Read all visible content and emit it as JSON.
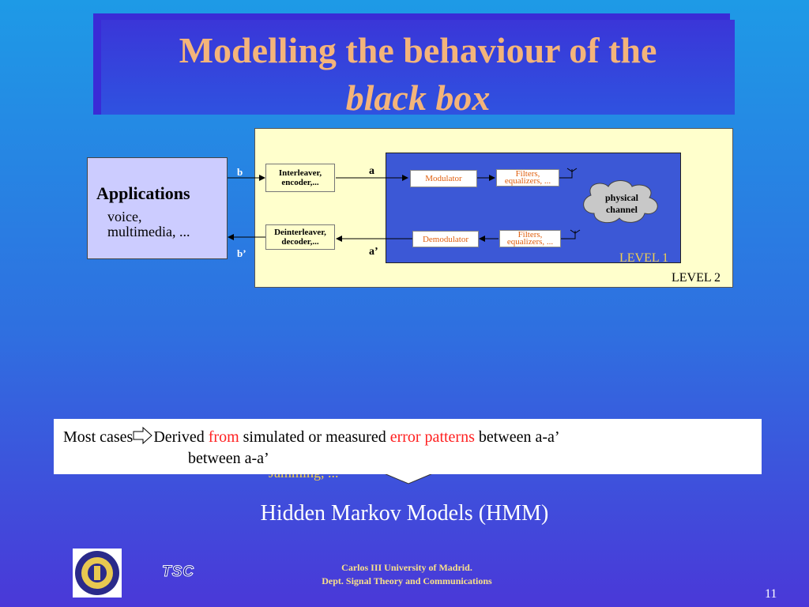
{
  "title": {
    "line1": "Modelling the behaviour of the",
    "line2": "black box"
  },
  "diagram": {
    "applications": {
      "title": "Applications",
      "sub1": "voice,",
      "sub2": "multimedia, ..."
    },
    "interleaver": {
      "line1": "Interleaver,",
      "line2": "encoder,..."
    },
    "deinterleaver": {
      "line1": "Deinterleaver,",
      "line2": "decoder,..."
    },
    "modulator": "Modulator",
    "demodulator": "Demodulator",
    "filters_top": {
      "line1": "Filters,",
      "line2": "equalizers, ..."
    },
    "filters_bottom": {
      "line1": "Filters,",
      "line2": "equalizers, ..."
    },
    "channel": {
      "line1": "physical",
      "line2": "channel"
    },
    "label_b": "b",
    "label_b_prime": "b’",
    "label_a": "a",
    "label_a_prime": "a’",
    "level1": "LEVEL 1",
    "level2": "LEVEL 2"
  },
  "note": {
    "prefix": "Most cases",
    "derived": "Derived ",
    "from": "from",
    "mid": " simulated or measured ",
    "error_patterns": "error patterns",
    "suffix": " between a-a’",
    "line2": "between a-a’",
    "jamming": "Jamming, ..."
  },
  "hmm": "Hidden Markov Models (HMM)",
  "footer": {
    "logo_text": "TSC",
    "university": "Carlos III University of Madrid.",
    "dept": "Dept. Signal Theory and Communications",
    "page": "11"
  },
  "colors": {
    "title": "#f4b47a",
    "highlight": "#ff2020",
    "level_panel": "#ffffcc",
    "level1_panel": "#3c58d6"
  }
}
